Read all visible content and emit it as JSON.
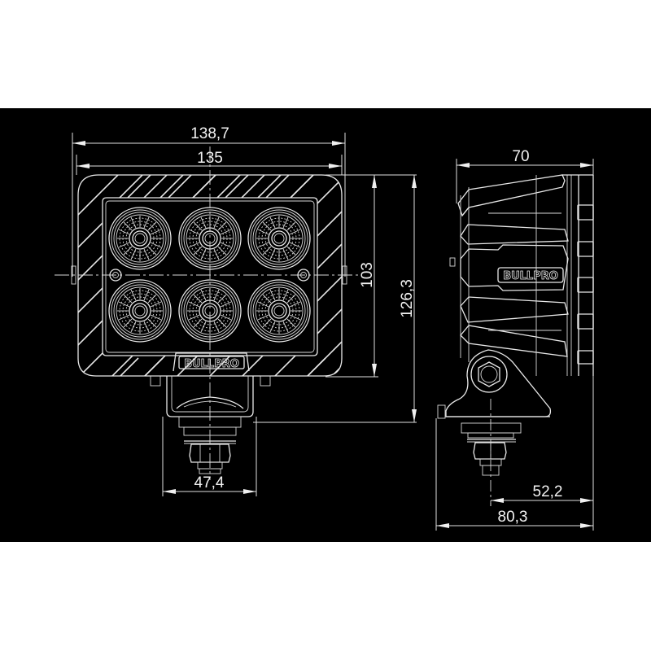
{
  "drawing": {
    "background": "#000000",
    "line_color": "#e8e8e8",
    "brand_logo": "BULLPRO",
    "views": {
      "front": {
        "led_count": 6,
        "led_layout": "2 rows x 3 columns",
        "dimensions": {
          "overall_width": "138,7",
          "housing_width": "135",
          "housing_height": "103",
          "overall_height": "126,3",
          "bracket_width": "47,4"
        }
      },
      "side": {
        "dimensions": {
          "depth": "70",
          "bolt_to_back": "52,2",
          "overall_depth": "80,3"
        }
      }
    }
  }
}
